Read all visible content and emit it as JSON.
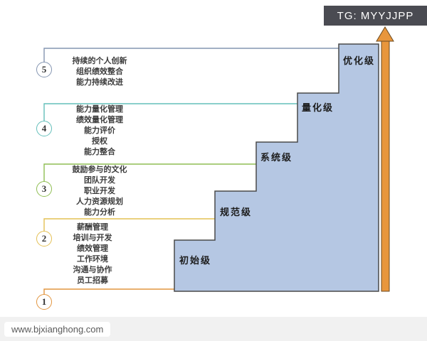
{
  "watermark_top": "TG: MYYJJPP",
  "watermark_bottom": "www.bjxianghong.com",
  "staircase": {
    "fill": "#b5c7e3",
    "stroke": "#4a4a4a"
  },
  "arrow": {
    "color": "#e8963c",
    "stroke": "#6b4a20"
  },
  "levels": [
    {
      "number": "1",
      "step_label": "初始级",
      "color": "#e2953f",
      "items": []
    },
    {
      "number": "2",
      "step_label": "规范级",
      "color": "#e4c054",
      "items": [
        "薪酬管理",
        "培训与开发",
        "绩效管理",
        "工作环境",
        "沟通与协作",
        "员工招募"
      ]
    },
    {
      "number": "3",
      "step_label": "系统级",
      "color": "#8fbe53",
      "items": [
        "鼓励参与的文化",
        "团队开发",
        "职业开发",
        "人力资源规划",
        "能力分析"
      ]
    },
    {
      "number": "4",
      "step_label": "量化级",
      "color": "#64bfba",
      "items": [
        "能力量化管理",
        "绩效量化管理",
        "能力评价",
        "授权",
        "能力整合"
      ]
    },
    {
      "number": "5",
      "step_label": "优化级",
      "color": "#8495b1",
      "items": [
        "持续的个人创新",
        "组织绩效整合",
        "能力持续改进"
      ]
    }
  ]
}
